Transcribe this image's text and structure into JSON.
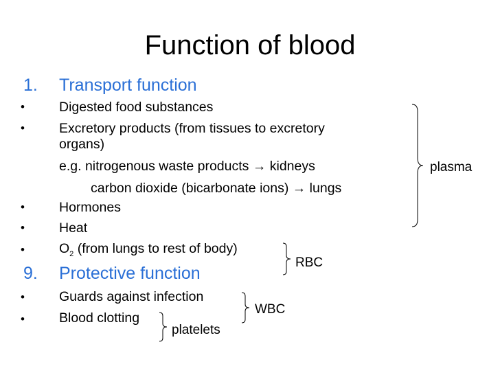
{
  "slide": {
    "title": "Function of blood",
    "sections": [
      {
        "number": "1.",
        "heading": "Transport function",
        "items": [
          "Digested food substances",
          "Excretory products (from tissues to excretory",
          "organs)",
          "e.g. nitrogenous waste products → kidneys",
          "carbon dioxide (bicarbonate ions) → lungs",
          "Hormones",
          "Heat"
        ],
        "o2": {
          "prefix": "O",
          "subscript": "2",
          "suffix": " (from lungs to rest of body)"
        }
      },
      {
        "number": "9.",
        "heading": "Protective function",
        "items": [
          "Guards against infection",
          "Blood clotting"
        ]
      }
    ],
    "bullet_char": "•",
    "labels": {
      "plasma": "plasma",
      "rbc": "RBC",
      "wbc": "WBC",
      "platelets": "platelets"
    }
  },
  "colors": {
    "heading": "#2a6fd6",
    "text": "#000000",
    "background": "#ffffff"
  }
}
